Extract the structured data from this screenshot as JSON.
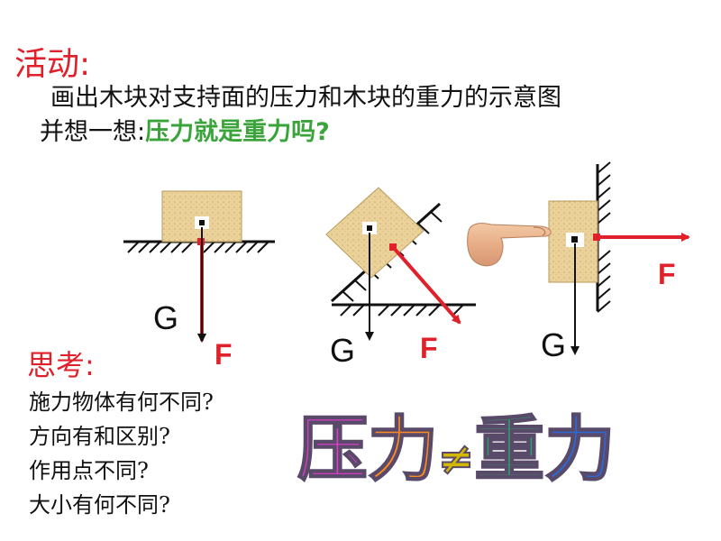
{
  "activity": {
    "title": "活动:",
    "instruction_line1": "画出木块对支持面的压力和木块的重力的示意图",
    "instruction_line2_prefix": "并想一想:",
    "instruction_line2_question": "压力就是重力吗?"
  },
  "diagrams": {
    "flat_surface": {
      "g_label": "G",
      "f_label": "F"
    },
    "incline": {
      "g_label": "G",
      "f_label": "F"
    },
    "wall": {
      "g_label": "G",
      "f_label": "F"
    }
  },
  "think": {
    "title": "思考:",
    "questions": [
      "施力物体有何不同?",
      "方向有和区别?",
      "作用点不同?",
      "大小有何不同?"
    ]
  },
  "banner": {
    "char1": "压",
    "char2": "力",
    "neq": "≠",
    "char3": "重",
    "char4": "力",
    "colors": [
      "#e83ad0",
      "#ff8a1e",
      "#d4b800",
      "#2aa56a",
      "#2a6ad8"
    ]
  }
}
